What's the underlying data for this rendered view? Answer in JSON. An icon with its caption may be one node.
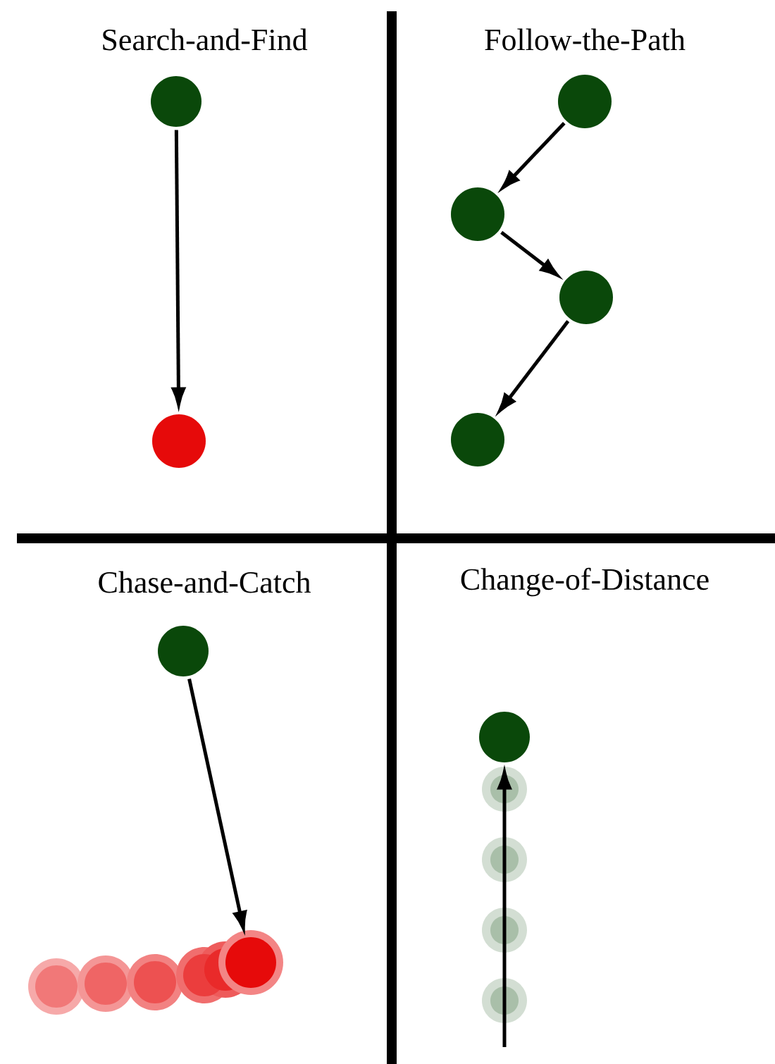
{
  "diagram": {
    "nodes": [
      {
        "text": [],
        "shape": "circle"
      },
      {
        "text": [],
        "shape": "circle"
      },
      {
        "text": [],
        "shape": "circle"
      },
      {
        "text": [],
        "shape": "circle"
      },
      {
        "text": [],
        "shape": "circle"
      },
      {
        "text": [],
        "shape": "circle"
      },
      {
        "text": [],
        "shape": "circle"
      },
      {
        "text": [],
        "shape": "circle"
      },
      {
        "text": [],
        "shape": "circle"
      }
    ],
    "edges": [
      {
        "from": 0,
        "to": 1,
        "arrow": "to"
      },
      {
        "from": 2,
        "to": 3,
        "arrow": "to"
      },
      {
        "from": 3,
        "to": 4,
        "arrow": "to"
      },
      {
        "from": 4,
        "to": 5,
        "arrow": "to"
      },
      {
        "from": 6,
        "to": 7,
        "arrow": "to"
      },
      {
        "from": null,
        "to": 8,
        "arrow": "to"
      }
    ],
    "labels": [
      "Search-and-Find",
      "Follow-the-Path",
      "Chase-and-Catch",
      "Change-of-Distance"
    ]
  }
}
